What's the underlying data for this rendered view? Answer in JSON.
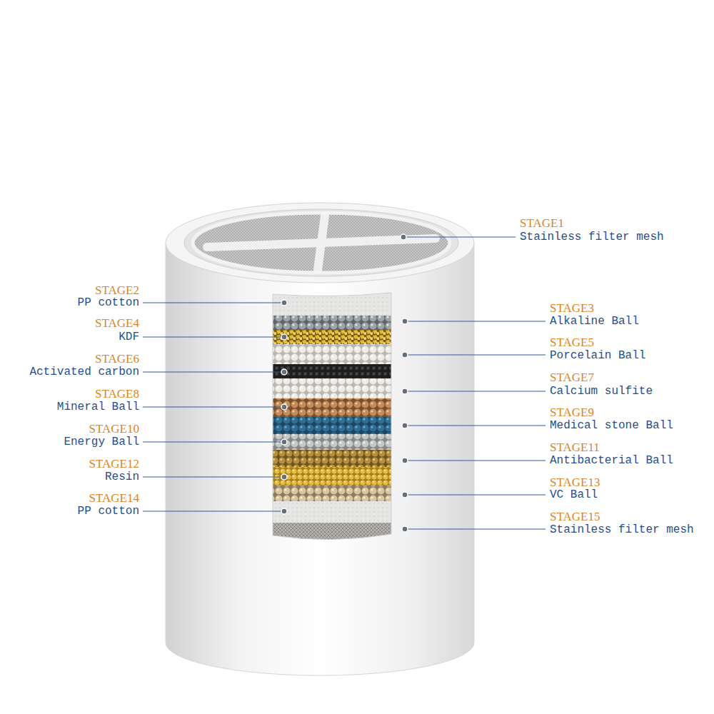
{
  "diagram": {
    "labels": [
      "STAGE1",
      "Stainless filter mesh",
      "STAGE2",
      "PP cotton",
      "STAGE3",
      "Alkaline Ball",
      "STAGE4",
      "KDF",
      "STAGE5",
      "Porcelain Ball",
      "STAGE6",
      "Activated carbon",
      "STAGE7",
      "Calcium sulfite",
      "STAGE8",
      "Mineral Ball",
      "STAGE9",
      "Medical stone Ball",
      "STAGE10",
      "Energy Ball",
      "STAGE11",
      "Antibacterial Ball",
      "STAGE12",
      "Resin",
      "STAGE13",
      "VC Ball",
      "STAGE14",
      "PP cotton",
      "STAGE15",
      "Stainless filter mesh"
    ]
  }
}
